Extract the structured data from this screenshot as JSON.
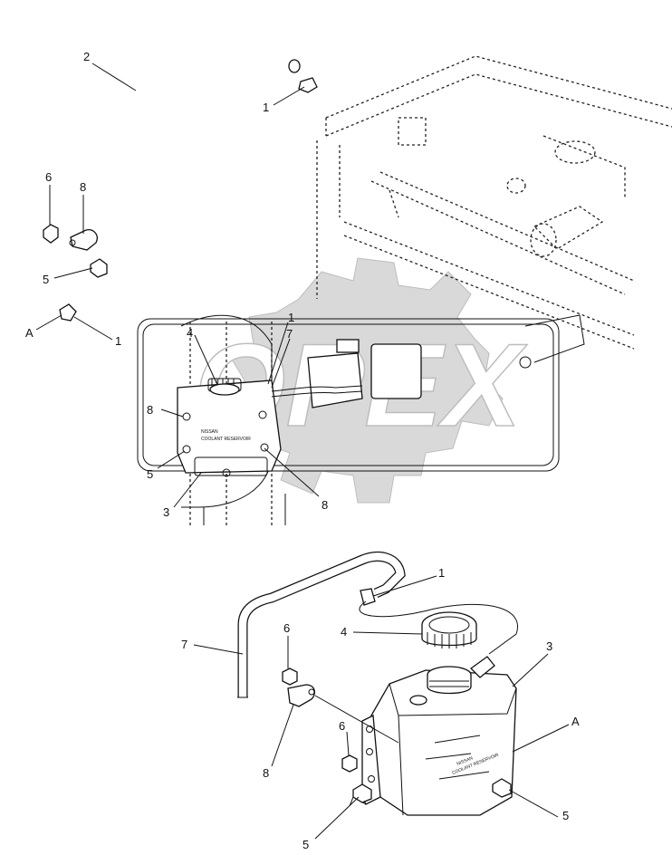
{
  "callouts": {
    "top_2": "2",
    "top_1a": "1",
    "top_6": "6",
    "top_8a": "8",
    "top_5a": "5",
    "top_A": "A",
    "top_1b": "1",
    "mid_4": "4",
    "mid_1": "1",
    "mid_7": "7",
    "mid_8a": "8",
    "mid_5": "5",
    "mid_3": "3",
    "mid_8b": "8",
    "bot_1": "1",
    "bot_7": "7",
    "bot_4": "4",
    "bot_3": "3",
    "bot_6a": "6",
    "bot_A": "A",
    "bot_6b": "6",
    "bot_8": "8",
    "bot_5a": "5",
    "bot_5b": "5"
  },
  "watermark": {
    "text": "OPEX"
  },
  "tank_label": {
    "line1": "NISSAN",
    "line2": "COOLANT RESERVOIR"
  }
}
